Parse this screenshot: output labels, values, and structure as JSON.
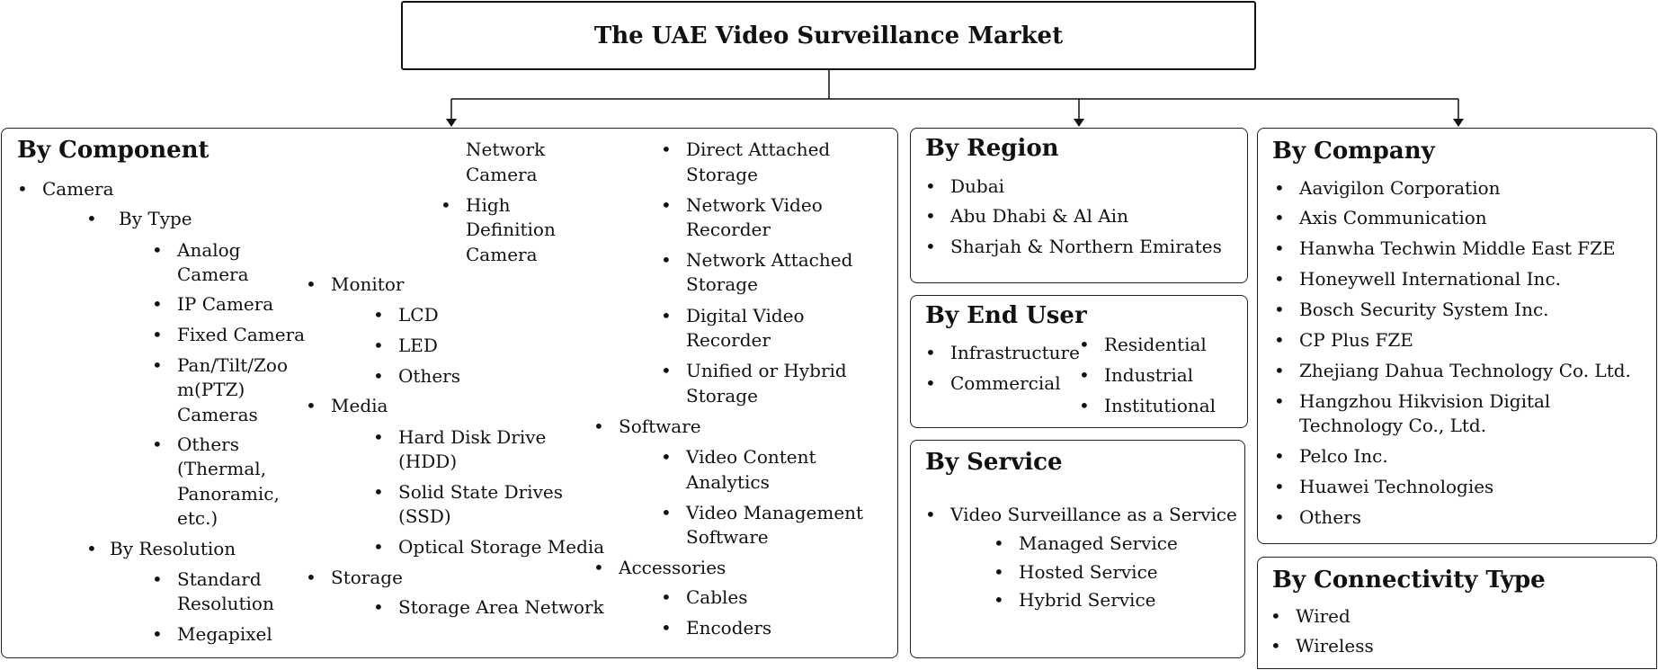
{
  "title": "The UAE Video Surveillance Market",
  "component": {
    "heading": "By Component",
    "camera": "Camera",
    "by_type": "By Type",
    "analog_1": "Analog",
    "analog_2": "Camera",
    "ip": "IP Camera",
    "fixed": "Fixed Camera",
    "ptz_1": "Pan/Tilt/Zoo",
    "ptz_2": "m(PTZ)",
    "ptz_3": "Cameras",
    "others_1": "Others",
    "others_2": "(Thermal,",
    "others_3": "Panoramic,",
    "others_4": "etc.)",
    "by_resolution": "By Resolution",
    "std_1": "Standard",
    "std_2": "Resolution",
    "megapixel": "Megapixel",
    "netcam_1": "Network",
    "netcam_2": "Camera",
    "hd_1": "High",
    "hd_2": "Definition",
    "hd_3": "Camera",
    "monitor": "Monitor",
    "lcd": "LCD",
    "led": "LED",
    "monitor_others": "Others",
    "media": "Media",
    "hdd_1": "Hard Disk Drive",
    "hdd_2": "(HDD)",
    "ssd_1": "Solid State Drives",
    "ssd_2": "(SSD)",
    "optical": "Optical Storage Media",
    "storage": "Storage",
    "san": "Storage Area Network",
    "das_1": "Direct Attached",
    "das_2": "Storage",
    "nvr_1": "Network Video",
    "nvr_2": "Recorder",
    "nas_1": "Network Attached",
    "nas_2": "Storage",
    "dvr_1": "Digital Video",
    "dvr_2": "Recorder",
    "uhs_1": "Unified or Hybrid",
    "uhs_2": "Storage",
    "software": "Software",
    "vca_1": "Video Content",
    "vca_2": "Analytics",
    "vms_1": "Video Management",
    "vms_2": "Software",
    "accessories": "Accessories",
    "cables": "Cables",
    "encoders": "Encoders"
  },
  "region": {
    "heading": "By Region",
    "items": [
      "Dubai",
      "Abu Dhabi & Al Ain",
      "Sharjah & Northern Emirates"
    ]
  },
  "end_user": {
    "heading": "By End User",
    "left": [
      "Infrastructure",
      "Commercial"
    ],
    "right": [
      "Residential",
      "Industrial",
      "Institutional"
    ]
  },
  "service": {
    "heading": "By Service",
    "main": "Video Surveillance as a Service",
    "subs": [
      "Managed Service",
      "Hosted Service",
      "Hybrid Service"
    ]
  },
  "company": {
    "heading": "By Company",
    "items": [
      "Aavigilon Corporation",
      "Axis Communication",
      "Hanwha Techwin Middle East FZE",
      "Honeywell International Inc.",
      "Bosch Security System Inc.",
      "CP Plus FZE",
      "Zhejiang Dahua Technology Co. Ltd.",
      "Hangzhou Hikvision Digital",
      "Technology Co., Ltd.",
      "Pelco Inc.",
      "Huawei Technologies",
      "Others"
    ]
  },
  "connectivity": {
    "heading": "By Connectivity Type",
    "items": [
      "Wired",
      "Wireless"
    ]
  },
  "bullet": "•"
}
